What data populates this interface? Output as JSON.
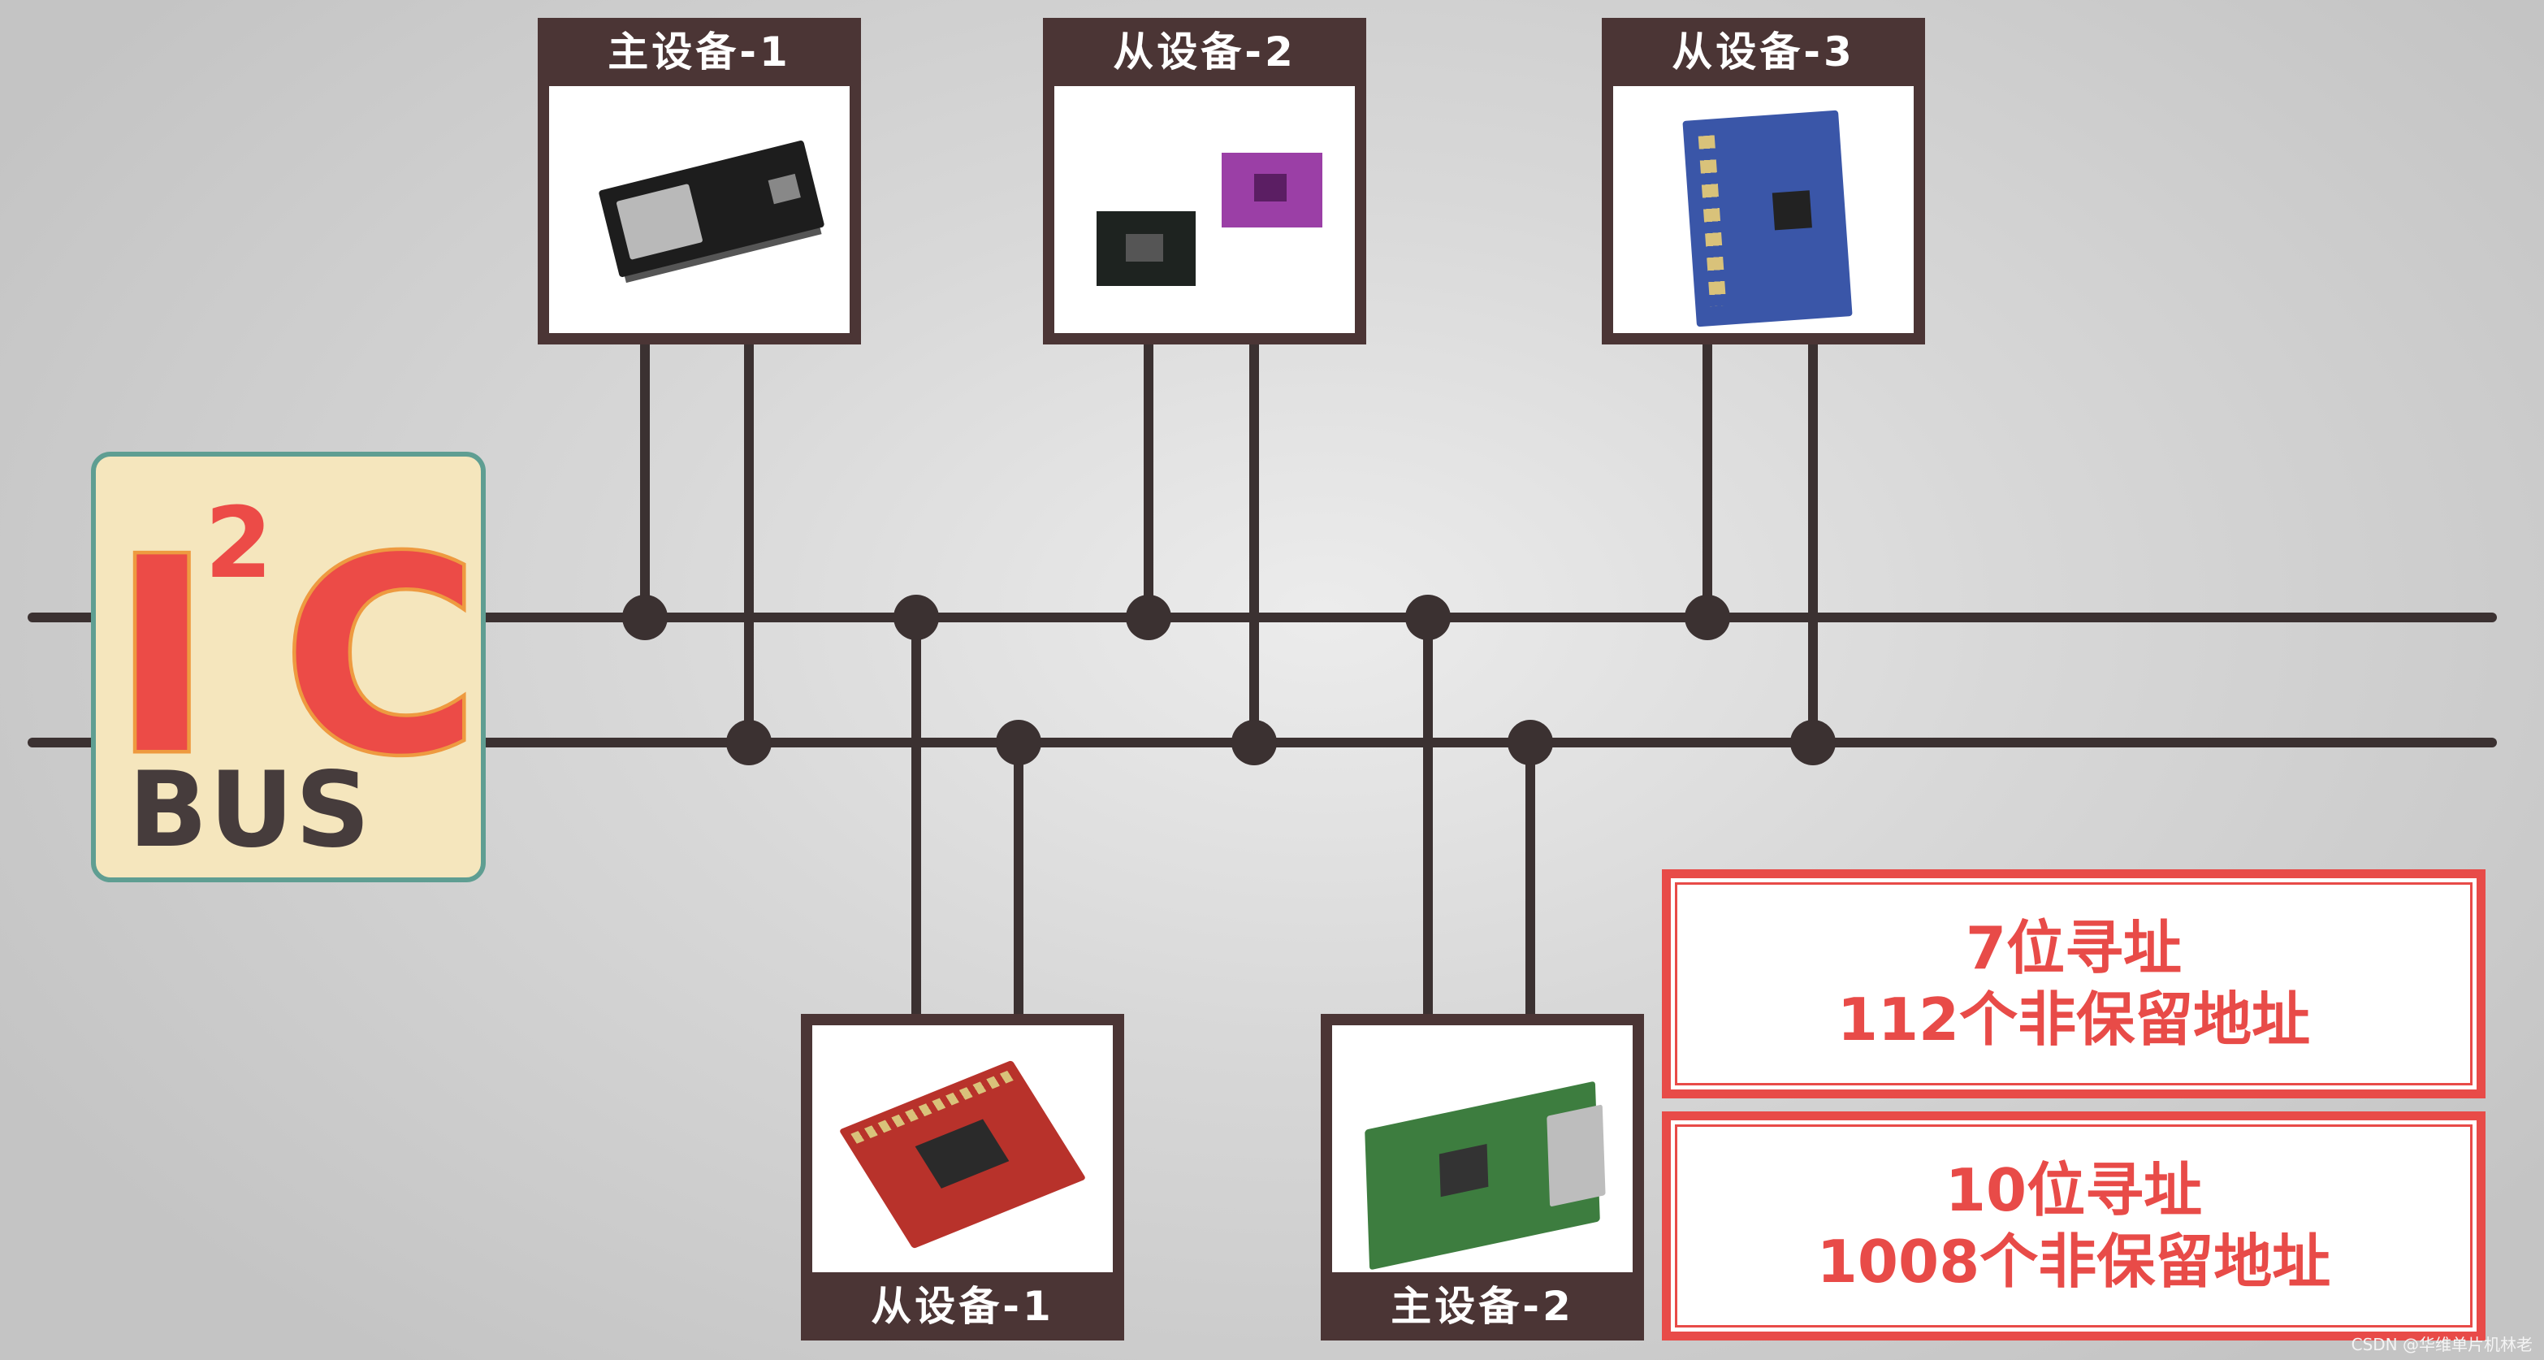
{
  "logo": {
    "i": "I",
    "superscript": "2",
    "c": "C",
    "bus": "BUS"
  },
  "devices": {
    "master_1": {
      "title": "主设备-1"
    },
    "slave_2": {
      "title": "从设备-2"
    },
    "slave_3": {
      "title": "从设备-3"
    },
    "slave_1": {
      "title": "从设备-1"
    },
    "master_2": {
      "title": "主设备-2"
    }
  },
  "addressing": {
    "seven_bit": {
      "line1": "7位寻址",
      "line2": "112个非保留地址"
    },
    "ten_bit": {
      "line1": "10位寻址",
      "line2": "1008个非保留地址"
    }
  },
  "watermark": "CSDN @华维单片机林老",
  "colors": {
    "card_frame": "#4b3535",
    "bus_line": "#3b3131",
    "accent_red": "#e84b48",
    "logo_teal": "#5f9e92",
    "logo_cream": "#f5e6bd",
    "logo_orange": "#ee9a40"
  }
}
